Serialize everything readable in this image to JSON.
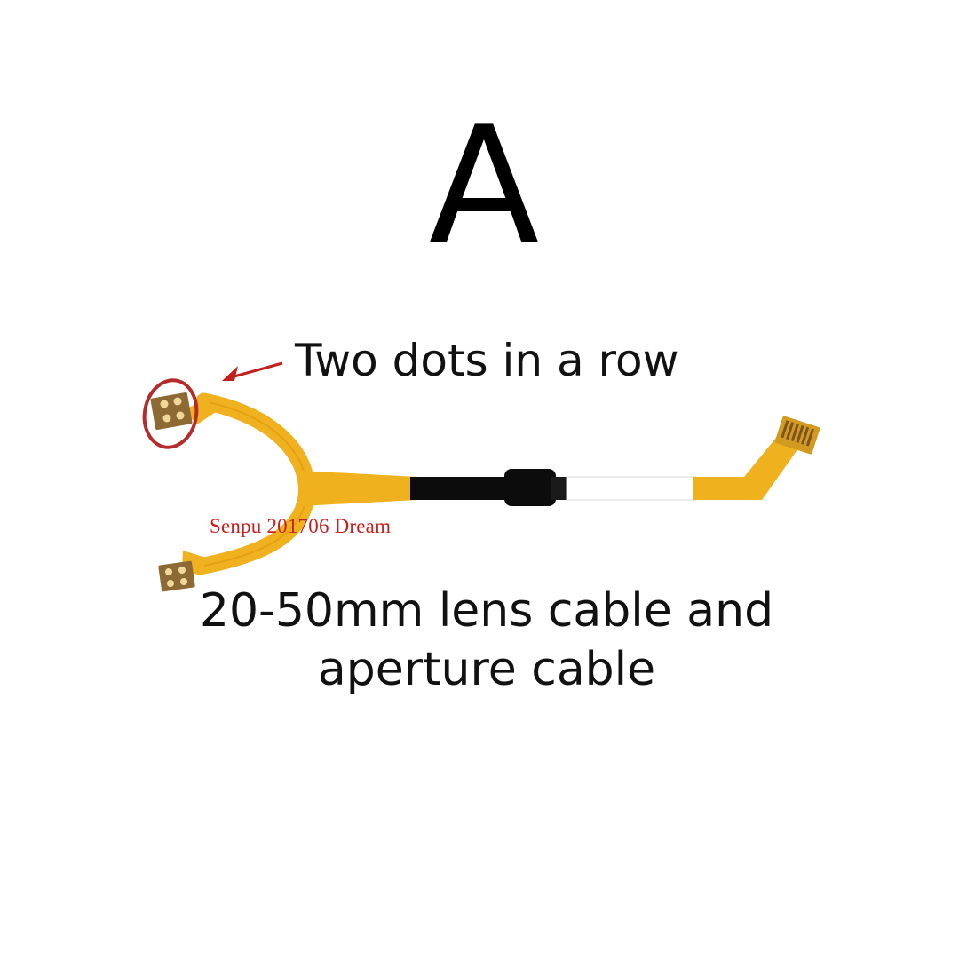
{
  "heading": {
    "variant_letter": "A"
  },
  "annotation": {
    "callout_text": "Two dots in a row",
    "highlight_color": "#b32b2b",
    "arrow_color": "#c1201c"
  },
  "product": {
    "description_line_1": "20-50mm lens cable and",
    "description_line_2": "aperture cable",
    "cable_color": "#f0b11f",
    "sleeve_color": "#0c0c0c",
    "white_sleeve_color": "#ffffff"
  },
  "watermark": {
    "text": "Senpu 201706 Dream",
    "color": "#c8201c"
  }
}
